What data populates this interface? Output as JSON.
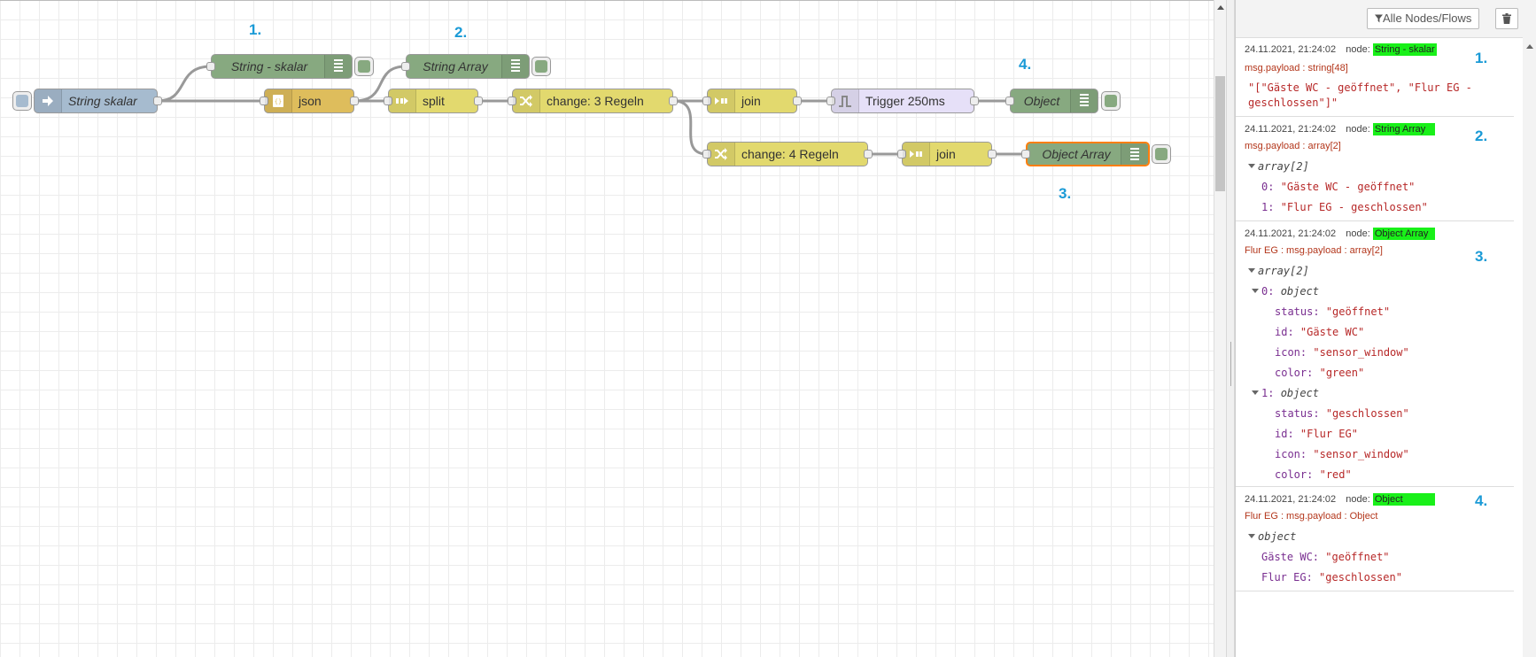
{
  "flow": {
    "nodes": {
      "inject": {
        "label": "String skalar"
      },
      "json": {
        "label": "json"
      },
      "split": {
        "label": "split"
      },
      "change3": {
        "label": "change: 3 Regeln"
      },
      "join1": {
        "label": "join"
      },
      "trigger": {
        "label": "Trigger 250ms"
      },
      "debug_object": {
        "label": "Object"
      },
      "debug_string_skalar": {
        "label": "String - skalar"
      },
      "debug_string_array": {
        "label": "String Array"
      },
      "change4": {
        "label": "change: 4 Regeln"
      },
      "join2": {
        "label": "join"
      },
      "debug_object_array": {
        "label": "Object Array"
      }
    },
    "annotations": [
      "1.",
      "2.",
      "4.",
      "3."
    ],
    "colors": {
      "inject": "#a6bbcf",
      "json": "#debd5c",
      "function": "#e2d96e",
      "debug": "#87a980",
      "trigger": "#e6e0f8",
      "selected": "#ff7f0e"
    }
  },
  "sidebar": {
    "filter_label": "Alle Nodes/Flows",
    "clear_icon": "trash-icon",
    "messages": [
      {
        "index_label": "1.",
        "timestamp": "24.11.2021, 21:24:02",
        "node_prefix": "node:",
        "node_name": "String - skalar",
        "topic": "msg.payload : string[48]",
        "value_line1": "\"[\"Gäste WC - geöffnet\", \"Flur EG -",
        "value_line2": "geschlossen\"]\""
      },
      {
        "index_label": "2.",
        "timestamp": "24.11.2021, 21:24:02",
        "node_prefix": "node:",
        "node_name": "String Array",
        "topic": "msg.payload : array[2]",
        "root": "array[2]",
        "items": [
          {
            "key": "0:",
            "value": "\"Gäste WC - geöffnet\""
          },
          {
            "key": "1:",
            "value": "\"Flur EG - geschlossen\""
          }
        ]
      },
      {
        "index_label": "3.",
        "timestamp": "24.11.2021, 21:24:02",
        "node_prefix": "node:",
        "node_name": "Object Array",
        "topic": "Flur EG : msg.payload : array[2]",
        "root": "array[2]",
        "objects": [
          {
            "key": "0:",
            "type": "object",
            "props": [
              {
                "key": "status:",
                "value": "\"geöffnet\""
              },
              {
                "key": "id:",
                "value": "\"Gäste WC\""
              },
              {
                "key": "icon:",
                "value": "\"sensor_window\""
              },
              {
                "key": "color:",
                "value": "\"green\""
              }
            ]
          },
          {
            "key": "1:",
            "type": "object",
            "props": [
              {
                "key": "status:",
                "value": "\"geschlossen\""
              },
              {
                "key": "id:",
                "value": "\"Flur EG\""
              },
              {
                "key": "icon:",
                "value": "\"sensor_window\""
              },
              {
                "key": "color:",
                "value": "\"red\""
              }
            ]
          }
        ]
      },
      {
        "index_label": "4.",
        "timestamp": "24.11.2021, 21:24:02",
        "node_prefix": "node:",
        "node_name": "Object",
        "topic": "Flur EG : msg.payload : Object",
        "root": "object",
        "props": [
          {
            "key": "Gäste WC:",
            "value": "\"geöffnet\""
          },
          {
            "key": "Flur EG:",
            "value": "\"geschlossen\""
          }
        ]
      }
    ]
  }
}
